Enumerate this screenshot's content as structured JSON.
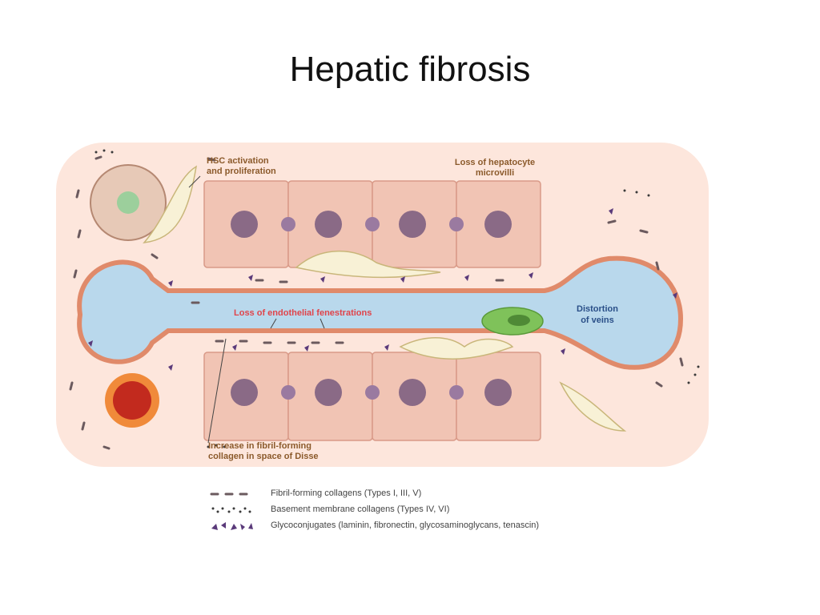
{
  "slide": {
    "title": "Hepatic fibrosis"
  },
  "diagram": {
    "labels": {
      "hsc_activation_line1": "HSC activation",
      "hsc_activation_line2": "and proliferation",
      "loss_microvilli_line1": "Loss of hepatocyte",
      "loss_microvilli_line2": "microvilli",
      "loss_fenestrations": "Loss of endothelial fenestrations",
      "distortion_line1": "Distortion",
      "distortion_line2": "of veins",
      "increase_collagen_line1": "Increase in fibril-forming",
      "increase_collagen_line2": "collagen in space of Disse"
    },
    "colors": {
      "background": "#fde6dc",
      "lumen": "#b9d8ec",
      "hepatocyte": "#f1c4b4",
      "nucleus": "#8a6a86",
      "stellate": "#f8f1d6",
      "kupffer": "#7fc25a",
      "collagen": "#6b5a5e",
      "glycoconjugate": "#5a3a7a",
      "label_brown": "#8b5a2b",
      "label_red": "#e0444a",
      "label_blue": "#2a4f88"
    }
  },
  "legend": {
    "items": [
      {
        "label": "Fibril-forming collagens (Types I, III, V)"
      },
      {
        "label": "Basement membrane collagens (Types IV, VI)"
      },
      {
        "label": "Glycoconjugates (laminin, fibronectin, glycosaminoglycans, tenascin)"
      }
    ]
  }
}
